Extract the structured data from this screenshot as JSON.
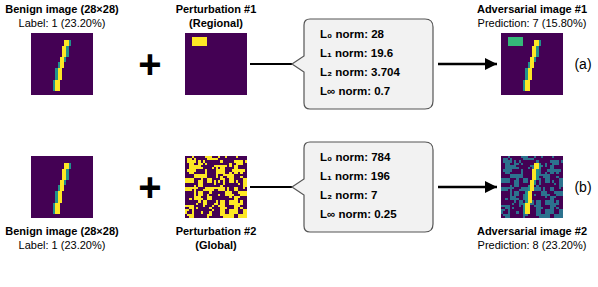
{
  "diagram": {
    "nodes": [
      {
        "text": [
          "Benign image (28×28)",
          "Label: 1 (23.20%)"
        ]
      },
      {
        "text": [
          "Perturbation #1",
          "(Regional)"
        ]
      },
      {
        "text": [
          "L₀ norm: 28",
          "L₁ norm: 19.6",
          "L₂ norm: 3.704",
          "L∞ norm: 0.7"
        ]
      },
      {
        "text": [
          "Adversarial image #1",
          "Prediction: 7 (15.80%)"
        ]
      },
      {
        "text": [
          "Benign image (28×28)",
          "Label: 1 (23.20%)"
        ]
      },
      {
        "text": [
          "Perturbation #2",
          "(Global)"
        ]
      },
      {
        "text": [
          "L₀ norm: 784",
          "L₁ norm: 196",
          "L₂ norm: 7",
          "L∞ norm: 0.25"
        ]
      },
      {
        "text": [
          "Adversarial image #2",
          "Prediction: 8 (23.20%)"
        ]
      }
    ],
    "edges": [
      {
        "from": 1,
        "to": 2,
        "arrow": "none"
      },
      {
        "from": 2,
        "to": 3,
        "arrow": "to"
      },
      {
        "from": 5,
        "to": 6,
        "arrow": "none"
      },
      {
        "from": 6,
        "to": 7,
        "arrow": "to"
      }
    ],
    "labels": [
      "+",
      "(a)",
      "+",
      "(b)"
    ]
  }
}
